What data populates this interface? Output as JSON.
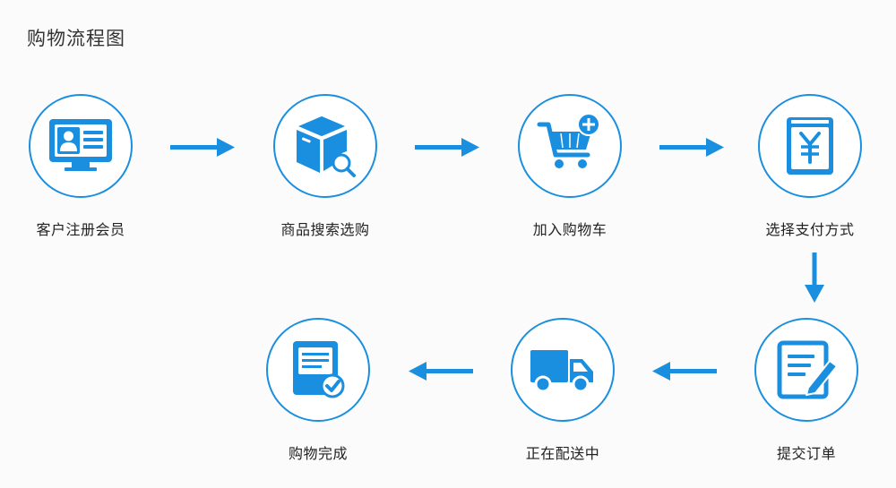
{
  "title": "购物流程图",
  "accent": "#1a8fe0",
  "steps": [
    {
      "label": "客户注册会员",
      "icon": "member-card-icon"
    },
    {
      "label": "商品搜索选购",
      "icon": "product-search-icon"
    },
    {
      "label": "加入购物车",
      "icon": "cart-add-icon"
    },
    {
      "label": "选择支付方式",
      "icon": "yuan-payment-icon"
    },
    {
      "label": "提交订单",
      "icon": "order-edit-icon"
    },
    {
      "label": "正在配送中",
      "icon": "delivery-truck-icon"
    },
    {
      "label": "购物完成",
      "icon": "document-check-icon"
    }
  ]
}
